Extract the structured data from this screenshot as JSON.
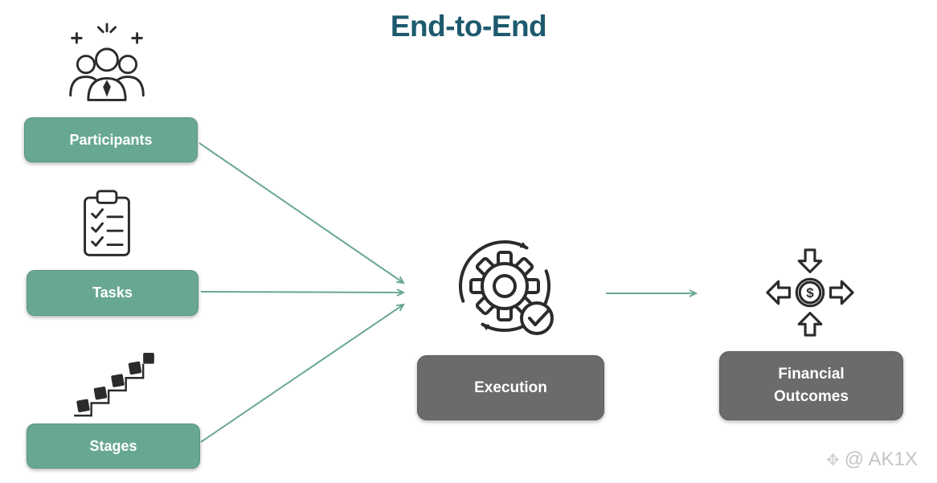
{
  "title": "End-to-End",
  "inputs": [
    {
      "label": "Participants",
      "icon": "people-group-icon"
    },
    {
      "label": "Tasks",
      "icon": "checklist-clipboard-icon"
    },
    {
      "label": "Stages",
      "icon": "ascending-steps-icon"
    }
  ],
  "process": {
    "label": "Execution",
    "icon": "gear-sync-check-icon"
  },
  "outcome": {
    "label": "Financial Outcomes",
    "icon": "money-flow-icon",
    "currency_symbol": "$"
  },
  "connections": [
    {
      "from": "Participants",
      "to": "Execution"
    },
    {
      "from": "Tasks",
      "to": "Execution"
    },
    {
      "from": "Stages",
      "to": "Execution"
    },
    {
      "from": "Execution",
      "to": "Financial Outcomes"
    }
  ],
  "watermark": {
    "icon_glyph": "✥",
    "text": "@ AK1X"
  },
  "colors": {
    "title": "#1d5a6e",
    "input_box": "#68a893",
    "process_box": "#6b6b6b",
    "box_text": "#ffffff",
    "connector": "#69a893",
    "icon_stroke": "#2b2b2b",
    "watermark": "#c4c4c4"
  }
}
